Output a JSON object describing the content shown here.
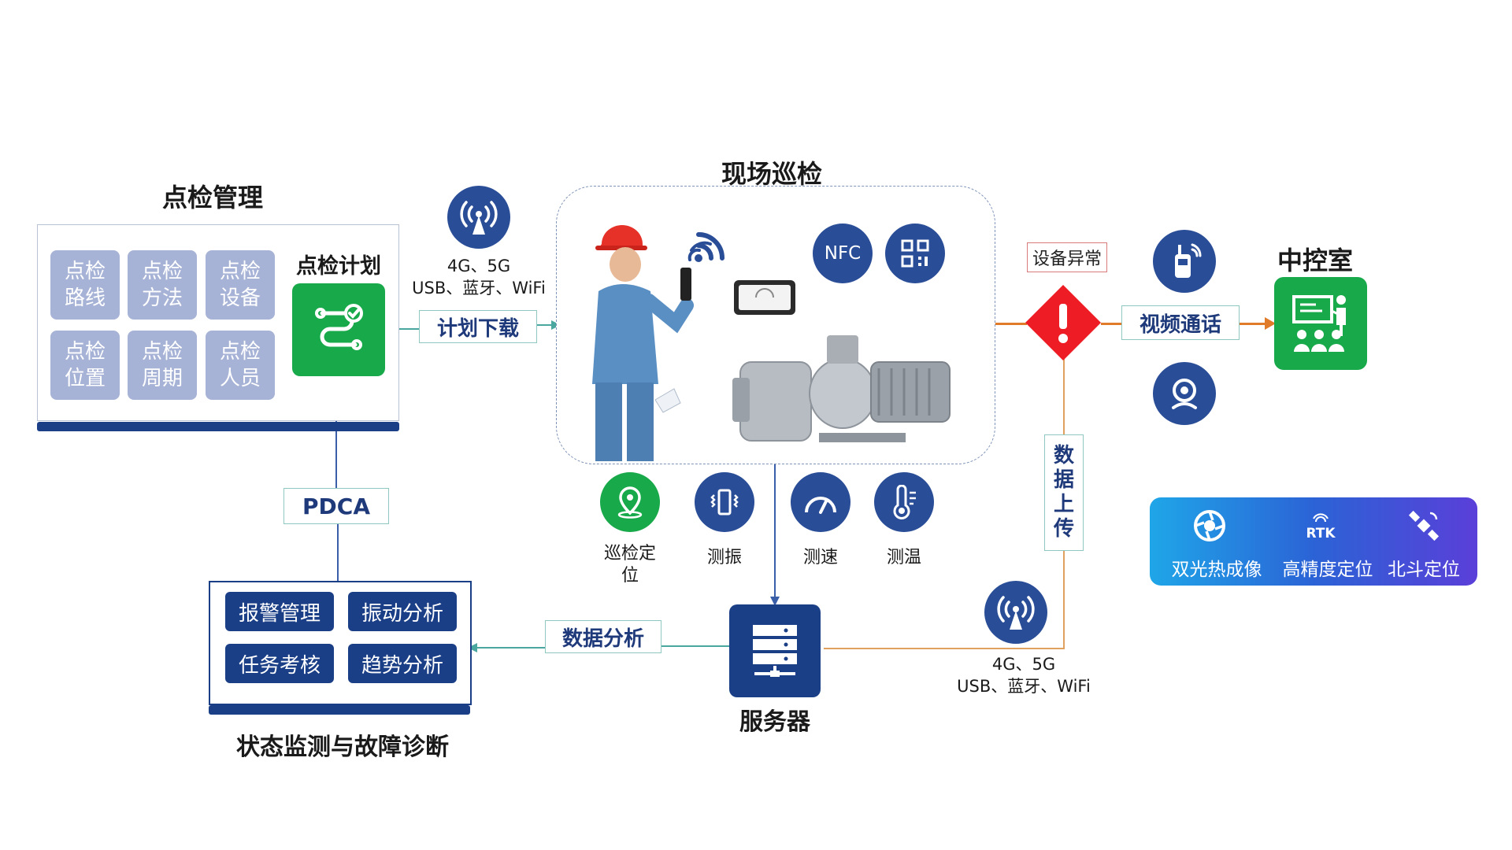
{
  "colors": {
    "navy": "#1b3f86",
    "green": "#18a94a",
    "teal": "#4aa7a0",
    "orange": "#e07b2a",
    "red": "#ee1c24",
    "tile": "#a7b3d6"
  },
  "inspection_mgmt": {
    "title": "点检管理",
    "tiles": [
      "点检\n路线",
      "点检\n方法",
      "点检\n设备",
      "点检\n位置",
      "点检\n周期",
      "点检\n人员"
    ],
    "plan_label": "点检计划",
    "plan_icon": "route-check-icon"
  },
  "wireless_top": {
    "line1": "4G、5G",
    "line2": "USB、蓝牙、WiFi",
    "icon": "wireless-tower-icon"
  },
  "plan_download": "计划下载",
  "onsite": {
    "title": "现场巡检",
    "nfc_label": "NFC",
    "qr_icon": "qr-code-icon",
    "sensors": [
      {
        "label": "巡检定\n位",
        "icon": "location-pin-icon"
      },
      {
        "label": "测振",
        "icon": "vibration-icon"
      },
      {
        "label": "测速",
        "icon": "speedometer-icon"
      },
      {
        "label": "测温",
        "icon": "thermometer-icon"
      }
    ]
  },
  "pdca": "PDCA",
  "condition_monitoring": {
    "title": "状态监测与故障诊断",
    "chips": [
      "报警管理",
      "振动分析",
      "任务考核",
      "趋势分析"
    ]
  },
  "data_analysis": "数据分析",
  "server": {
    "label": "服务器",
    "icon": "server-icon"
  },
  "wireless_bottom": {
    "line1": "4G、5G",
    "line2": "USB、蓝牙、WiFi",
    "icon": "wireless-tower-icon"
  },
  "data_upload": "数\n据\n上\n传",
  "device_abnormal": "设备异常",
  "video_call": "视频通话",
  "control_room": {
    "title": "中控室",
    "icon": "meeting-room-icon"
  },
  "features": [
    {
      "label": "双光热成像",
      "icon": "thermal-lens-icon"
    },
    {
      "label": "高精度定位",
      "icon": "rtk-icon",
      "badge": "RTK"
    },
    {
      "label": "北斗定位",
      "icon": "satellite-icon"
    }
  ]
}
